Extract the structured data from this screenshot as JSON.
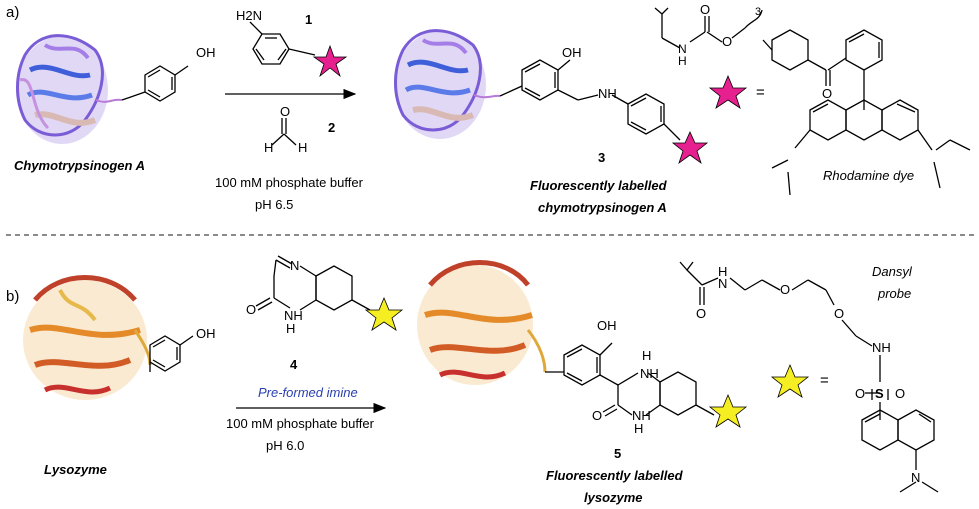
{
  "panel_a": {
    "label": "a)",
    "protein_name": "Chymotrypsinogen A",
    "reagent1_number": "1",
    "reagent2_number": "2",
    "amine_h2n": "H2N",
    "formaldehyde_h_left": "H",
    "formaldehyde_h_right": "H",
    "formaldehyde_o": "O",
    "conditions_line1": "100 mM phosphate buffer",
    "conditions_line2": "pH 6.5",
    "product_number": "3",
    "product_name_line1": "Fluorescently labelled",
    "product_name_line2": "chymotrypsinogen A",
    "dye_name": "Rhodamine dye",
    "equals": "=",
    "oh_label": "OH",
    "nh_label": "NH",
    "subscript_3": "3",
    "carbamate_h": "H",
    "carbamate_n": "N",
    "colors": {
      "star": "#e6208e",
      "protein": "#8a6fd8"
    }
  },
  "panel_b": {
    "label": "b)",
    "protein_name": "Lysozyme",
    "reagent_number": "4",
    "preformed_label": "Pre-formed imine",
    "conditions_line1": "100 mM phosphate buffer",
    "conditions_line2": "pH 6.0",
    "product_number": "5",
    "product_name_line1": "Fluorescently labelled",
    "product_name_line2": "lysozyme",
    "probe_name_line1": "Dansyl",
    "probe_name_line2": "probe",
    "equals": "=",
    "oh_label": "OH",
    "n_label": "N",
    "nh_label": "NH",
    "h_label": "H",
    "o_label": "O",
    "s_label": "S",
    "colors": {
      "star": "#f5ee22",
      "protein": "#c8401e"
    }
  }
}
